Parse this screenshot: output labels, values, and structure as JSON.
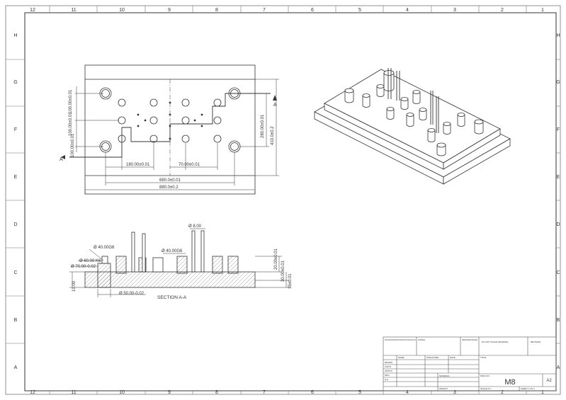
{
  "border": {
    "top_zones": [
      "12",
      "11",
      "10",
      "9",
      "8",
      "7",
      "6",
      "5",
      "4",
      "3",
      "2",
      "1"
    ],
    "bottom_zones": [
      "12",
      "11",
      "10",
      "9",
      "8",
      "7",
      "6",
      "5",
      "4",
      "3",
      "2",
      "1"
    ],
    "side_zones": [
      "H",
      "G",
      "F",
      "E",
      "D",
      "C",
      "B",
      "A"
    ]
  },
  "top_view": {
    "section_marker": "A",
    "dims": {
      "d100_top": "100.00±0.01",
      "d100_bottom": "100.00±0.01",
      "d100_left": "100.00±0.01",
      "d280": "280.00±0.01",
      "d410": "410.0±0.2",
      "d180": "180.00±0.01",
      "d70": "70.00±0.01",
      "d680": "680.0±0.01",
      "d880": "880.0±0.2"
    }
  },
  "section_view": {
    "title": "SECTION A-A",
    "dims": {
      "d8": "Ø 8.00",
      "d40g6_a": "Ø 40.00G6",
      "d40g6_b": "Ø 40.00G6",
      "d60k6": "Ø 60.00 K6",
      "d70": "Ø 70.00-0.02",
      "d50": "Ø 50.00-0.02",
      "h10_left": "10.00",
      "h20": "20.00±0.01",
      "h30": "30.00±0.01",
      "h35": "35±0.01"
    }
  },
  "title_block": {
    "unless_note": "UNLESS OTHERWISE SPECIFIED: DIMENSIONS ARE IN MILLIMETERS SURFACE FINISH: TOLERANCES: LINEAR: ANGULAR:",
    "finish": "FINISH:",
    "deburr": "DEBURR AND BREAK SHARP EDGES",
    "do_not_scale": "DO NOT SCALE DRAWING",
    "revision": "REVISION",
    "name_col": "NAME",
    "signature_col": "SIGNATURE",
    "date_col": "DATE",
    "title_label": "TITLE:",
    "rows": [
      "DRAWN",
      "CHK'D",
      "APPV'D",
      "MFG",
      "Q.A"
    ],
    "material": "MATERIAL:",
    "dwg_no": "DWG NO.",
    "drawing_name": "M8",
    "size": "A2",
    "weight": "WEIGHT:",
    "scale": "SCALE:1:5",
    "sheet": "SHEET 1 OF 1"
  }
}
